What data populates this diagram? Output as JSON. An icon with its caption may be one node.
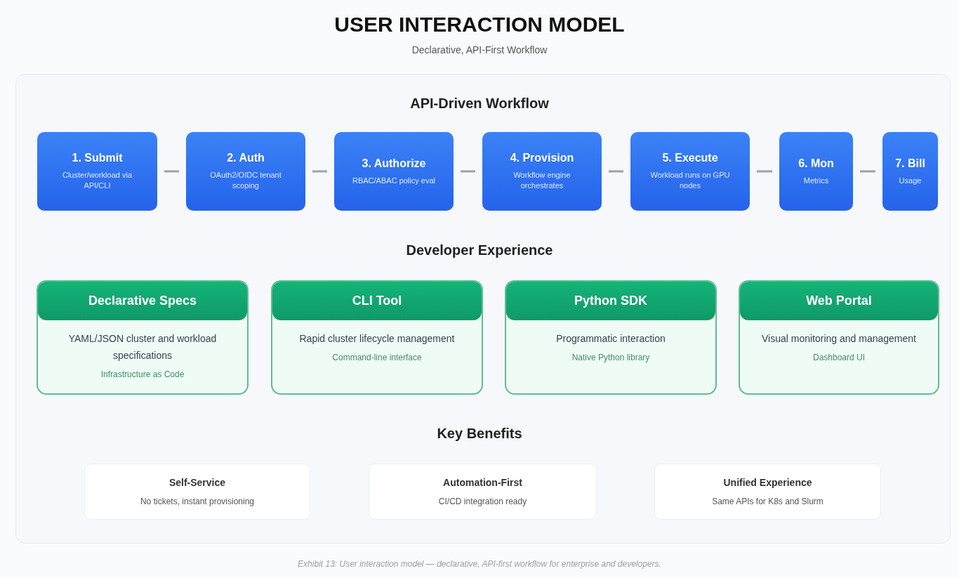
{
  "diagram": {
    "title": "USER INTERACTION MODEL",
    "caption": "Exhibit 13: User interaction model — declarative, API-first workflow for enterprise and developers.",
    "nodes": [
      {
        "text": [
          "1. Submit",
          "Cluster/workload via API/CLI"
        ]
      },
      {
        "text": [
          "2. Auth",
          "OAuth2/OIDC tenant scoping"
        ]
      },
      {
        "text": [
          "3. Authorize",
          "RBAC/ABAC policy eval"
        ]
      },
      {
        "text": [
          "4. Provision",
          "Workflow engine orchestrates"
        ]
      },
      {
        "text": [
          "5. Execute",
          "Workload runs on GPU nodes"
        ]
      },
      {
        "text": [
          "6. Mon",
          "Metrics"
        ]
      },
      {
        "text": [
          "7. Bill",
          "Usage"
        ]
      },
      {
        "text": [
          "Declarative Specs",
          "YAML/JSON cluster and workload specifications",
          "Infrastructure as Code"
        ]
      },
      {
        "text": [
          "CLI Tool",
          "Rapid cluster lifecycle management",
          "Command-line interface"
        ]
      },
      {
        "text": [
          "Python SDK",
          "Programmatic interaction",
          "Native Python library"
        ]
      },
      {
        "text": [
          "Web Portal",
          "Visual monitoring and management",
          "Dashboard UI"
        ]
      },
      {
        "text": [
          "Self-Service",
          "No tickets, instant provisioning"
        ]
      },
      {
        "text": [
          "Automation-First",
          "CI/CD integration ready"
        ]
      },
      {
        "text": [
          "Unified Experience",
          "Same APIs for K8s and Slurm"
        ]
      }
    ],
    "edges": [
      {
        "from": 0,
        "to": 1,
        "arrow": "none"
      },
      {
        "from": 1,
        "to": 2,
        "arrow": "none"
      },
      {
        "from": 2,
        "to": 3,
        "arrow": "none"
      },
      {
        "from": 3,
        "to": 4,
        "arrow": "none"
      },
      {
        "from": 4,
        "to": 5,
        "arrow": "none"
      },
      {
        "from": 5,
        "to": 6,
        "arrow": "none"
      }
    ],
    "labels": [
      "Declarative, API-First Workflow",
      "API-Driven Workflow",
      "Developer Experience",
      "Key Benefits"
    ]
  }
}
